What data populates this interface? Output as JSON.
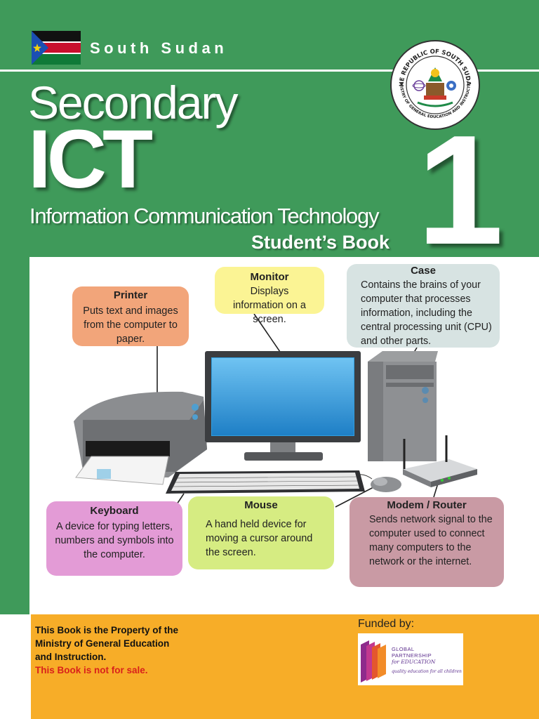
{
  "header": {
    "country": "South Sudan",
    "seal_text_top": "THE REPUBLIC OF SOUTH SUDAN",
    "seal_text_bottom": "MINISTRY OF GENERAL EDUCATION AND INSTRUCTION"
  },
  "title": {
    "line1": "Secondary",
    "line2": "ICT",
    "line3": "Information Communication Technology",
    "line4": "Student’s Book",
    "grade": "1"
  },
  "parts": {
    "printer": {
      "heading": "Printer",
      "text": "Puts text and images from the computer to paper."
    },
    "monitor": {
      "heading": "Monitor",
      "text": "Displays information on a screen."
    },
    "case": {
      "heading": "Case",
      "text": "Contains the brains of your computer that processes information, including the central processing unit (CPU) and other parts."
    },
    "keyboard": {
      "heading": "Keyboard",
      "text": "A device for typing letters, numbers and symbols into the computer."
    },
    "mouse": {
      "heading": "Mouse",
      "text": "A hand held device for moving a cursor around the screen."
    },
    "modem": {
      "heading": "Modem / Router",
      "text": "Sends network signal to the computer used to connect many computers to the network or the internet."
    }
  },
  "footer": {
    "property_line1": "This Book is the Property of the",
    "property_line2": "Ministry of General Education",
    "property_line3": "and Instruction.",
    "not_for_sale": "This Book is not for sale.",
    "funded_by": "Funded by:",
    "gpe_line1": "GLOBAL",
    "gpe_line2": "PARTNERSHIP",
    "gpe_line3": "for EDUCATION",
    "gpe_tagline": "quality education for all children"
  },
  "colors": {
    "cover_green": "#3f9a5a",
    "footer_orange": "#f7ad28",
    "printer_bubble": "#f2a57a",
    "monitor_bubble": "#fbf494",
    "case_bubble": "#d7e3e2",
    "keyboard_bubble": "#e39bd6",
    "mouse_bubble": "#d6ec82",
    "modem_bubble": "#c99aa4",
    "not_for_sale_red": "#d9211b"
  }
}
